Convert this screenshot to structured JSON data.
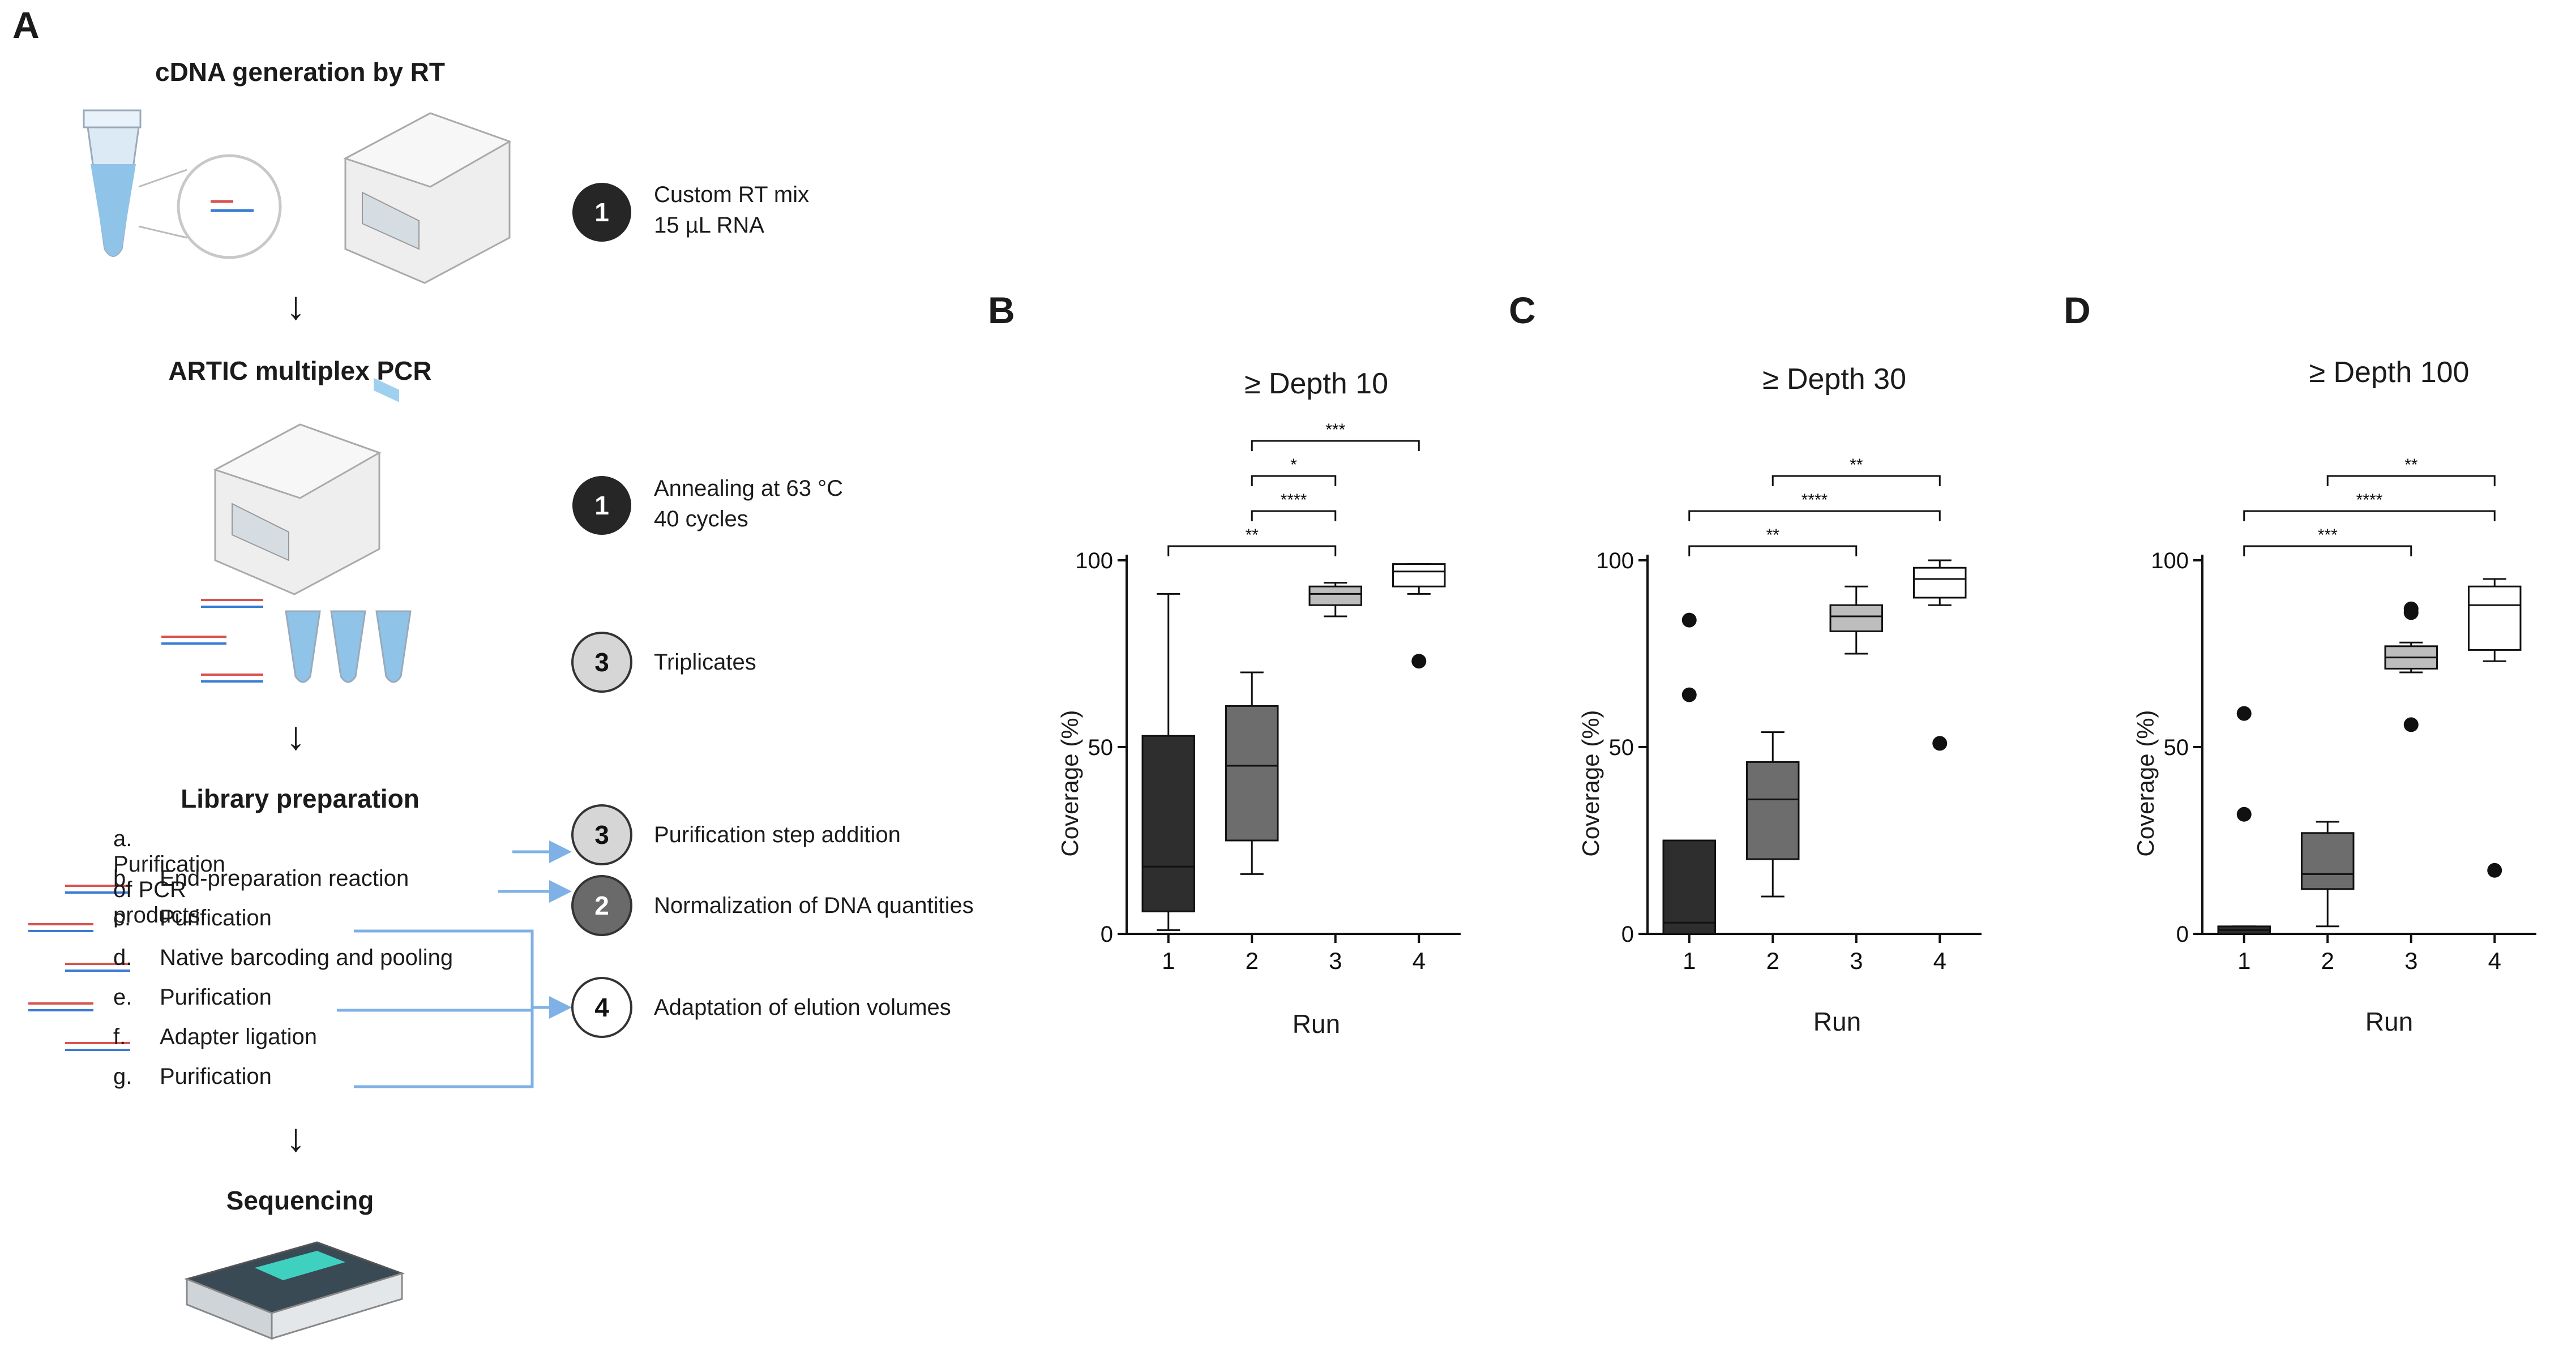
{
  "panel_a": {
    "letter": "A",
    "sections": {
      "rt": "cDNA generation by RT",
      "pcr": "ARTIC multiplex PCR",
      "lib": "Library preparation",
      "seq": "Sequencing"
    },
    "notes": [
      {
        "badge": "1",
        "lines": [
          "Custom RT mix",
          "15 µL RNA"
        ]
      },
      {
        "badge": "1",
        "lines": [
          "Annealing at 63 °C",
          "40 cycles"
        ]
      },
      {
        "badge": "3",
        "lines": [
          "Triplicates"
        ]
      },
      {
        "badge": "3",
        "lines": [
          "Purification step addition"
        ]
      },
      {
        "badge": "2",
        "lines": [
          "Normalization of DNA quantities"
        ]
      },
      {
        "badge": "4",
        "lines": [
          "Adaptation of elution volumes"
        ]
      }
    ],
    "steps": [
      {
        "letter": "a.",
        "text": "Purification of PCR products"
      },
      {
        "letter": "b.",
        "text": "End-preparation reaction"
      },
      {
        "letter": "c.",
        "text": "Purification"
      },
      {
        "letter": "d.",
        "text": "Native barcoding and pooling"
      },
      {
        "letter": "e.",
        "text": "Purification"
      },
      {
        "letter": "f.",
        "text": "Adapter ligation"
      },
      {
        "letter": "g.",
        "text": "Purification"
      }
    ],
    "colors": {
      "arrow": "#7fb0e6",
      "badge_dark": "#262626",
      "badge_mid": "#6a6a6a",
      "badge_light": "#d6d6d6",
      "tube": "#8fc3e8"
    }
  },
  "chart_data": [
    {
      "panel": "B",
      "type": "box",
      "title": "≥ Depth 10",
      "xlabel": "Run",
      "ylabel": "Coverage (%)",
      "categories": [
        "1",
        "2",
        "3",
        "4"
      ],
      "ylim": [
        0,
        100
      ],
      "yticks": [
        0,
        50,
        100
      ],
      "boxes": [
        {
          "whislo": 1,
          "q1": 6,
          "med": 18,
          "q3": 53,
          "whishi": 91,
          "fliers": []
        },
        {
          "whislo": 16,
          "q1": 25,
          "med": 45,
          "q3": 61,
          "whishi": 70,
          "fliers": []
        },
        {
          "whislo": 85,
          "q1": 88,
          "med": 91,
          "q3": 93,
          "whishi": 94,
          "fliers": []
        },
        {
          "whislo": 91,
          "q1": 93,
          "med": 97,
          "q3": 99,
          "whishi": 99,
          "fliers": [
            73
          ]
        }
      ],
      "significance": [
        {
          "from": "1",
          "to": "3",
          "label": "**"
        },
        {
          "from": "2",
          "to": "3",
          "label": "****"
        },
        {
          "from": "2",
          "to": "3",
          "label": "*"
        },
        {
          "from": "2",
          "to": "4",
          "label": "***"
        }
      ]
    },
    {
      "panel": "C",
      "type": "box",
      "title": "≥ Depth 30",
      "xlabel": "Run",
      "ylabel": "Coverage (%)",
      "categories": [
        "1",
        "2",
        "3",
        "4"
      ],
      "ylim": [
        0,
        100
      ],
      "yticks": [
        0,
        50,
        100
      ],
      "boxes": [
        {
          "whislo": 0,
          "q1": 0,
          "med": 3,
          "q3": 25,
          "whishi": 25,
          "fliers": [
            64,
            84
          ]
        },
        {
          "whislo": 10,
          "q1": 20,
          "med": 36,
          "q3": 46,
          "whishi": 54,
          "fliers": []
        },
        {
          "whislo": 75,
          "q1": 81,
          "med": 85,
          "q3": 88,
          "whishi": 93,
          "fliers": []
        },
        {
          "whislo": 88,
          "q1": 90,
          "med": 95,
          "q3": 98,
          "whishi": 100,
          "fliers": [
            51
          ]
        }
      ],
      "significance": [
        {
          "from": "1",
          "to": "3",
          "label": "**"
        },
        {
          "from": "1",
          "to": "4",
          "label": "****"
        },
        {
          "from": "2",
          "to": "4",
          "label": "**"
        }
      ]
    },
    {
      "panel": "D",
      "type": "box",
      "title": "≥ Depth 100",
      "xlabel": "Run",
      "ylabel": "Coverage (%)",
      "categories": [
        "1",
        "2",
        "3",
        "4"
      ],
      "ylim": [
        0,
        100
      ],
      "yticks": [
        0,
        50,
        100
      ],
      "boxes": [
        {
          "whislo": 0,
          "q1": 0,
          "med": 1,
          "q3": 2,
          "whishi": 2,
          "fliers": [
            32,
            59
          ]
        },
        {
          "whislo": 2,
          "q1": 12,
          "med": 16,
          "q3": 27,
          "whishi": 30,
          "fliers": []
        },
        {
          "whislo": 70,
          "q1": 71,
          "med": 74,
          "q3": 77,
          "whishi": 78,
          "fliers": [
            56,
            86,
            87
          ]
        },
        {
          "whislo": 73,
          "q1": 76,
          "med": 88,
          "q3": 93,
          "whishi": 95,
          "fliers": [
            17
          ]
        }
      ],
      "significance": [
        {
          "from": "1",
          "to": "3",
          "label": "***"
        },
        {
          "from": "1",
          "to": "4",
          "label": "****"
        },
        {
          "from": "2",
          "to": "4",
          "label": "**"
        }
      ]
    }
  ],
  "box_colors": [
    "#2e2e2e",
    "#6d6d6d",
    "#bdbdbd",
    "#ffffff"
  ]
}
